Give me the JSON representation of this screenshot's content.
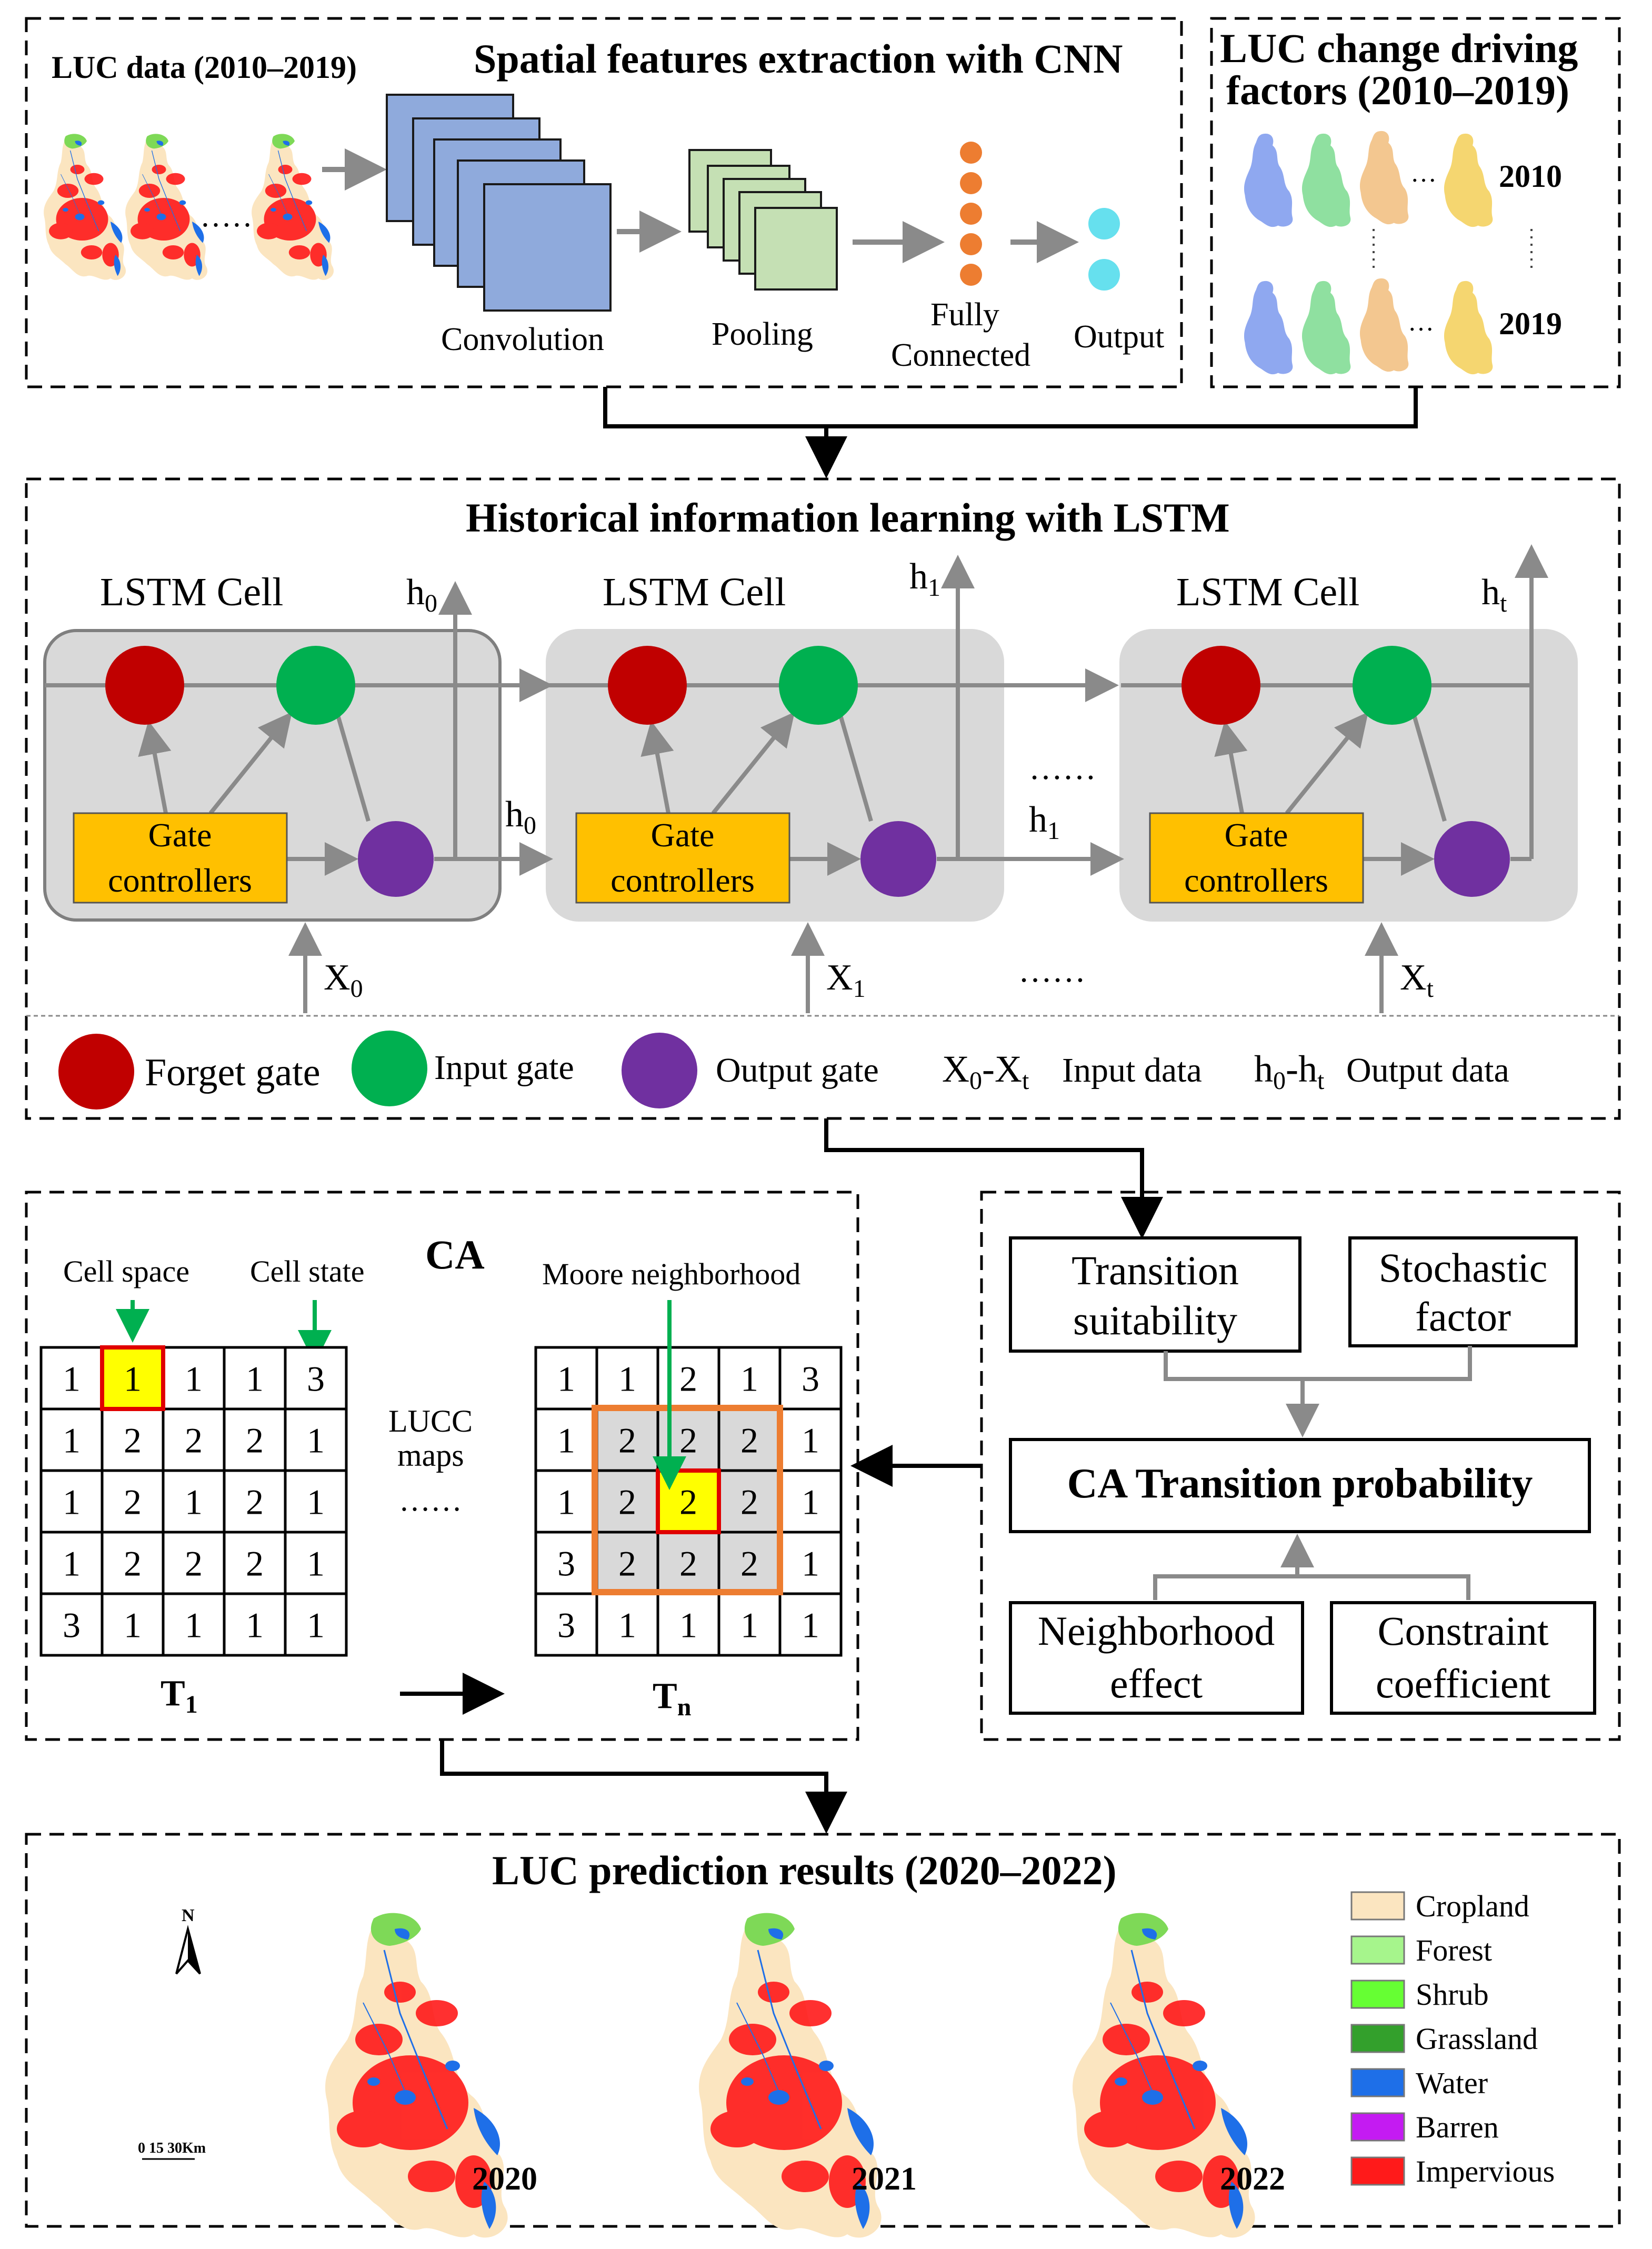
{
  "colors": {
    "forget_gate": "#c00000",
    "input_gate": "#00b050",
    "output_gate": "#7030a0",
    "gate_controller": "#ffc000",
    "conv_layer": "#8faadc",
    "pool_layer": "#c5e0b4",
    "fc_node": "#ed7d31",
    "output_node": "#66e0ee",
    "highlight_cell": "#ffff00",
    "moore_border": "#ed7d31",
    "green_arrow": "#00b050"
  },
  "cnn": {
    "title": "Spatial features extraction with CNN",
    "luc_data_label": "LUC data (2010–2019)",
    "dots": "…….",
    "convolution_label": "Convolution",
    "pooling_label": "Pooling",
    "fully_connected_label_1": "Fully",
    "fully_connected_label_2": "Connected",
    "output_label": "Output"
  },
  "drivers": {
    "title_line1": "LUC change driving",
    "title_line2": "factors (2010–2019)",
    "year_top": "2010",
    "year_bottom": "2019",
    "dots": "…"
  },
  "lstm": {
    "title": "Historical information learning  with LSTM",
    "cell_label": "LSTM Cell",
    "gate_label_1": "Gate",
    "gate_label_2": "controllers",
    "dots": "……",
    "outputs": [
      {
        "base": "h",
        "sub": "0"
      },
      {
        "base": "h",
        "sub": "1"
      },
      {
        "base": "h",
        "sub": "t"
      }
    ],
    "inputs": [
      {
        "base": "X",
        "sub": "0"
      },
      {
        "base": "X",
        "sub": "1"
      },
      {
        "base": "X",
        "sub": "t"
      }
    ],
    "legend": {
      "forget": "Forget gate",
      "input": "Input gate",
      "output": "Output gate",
      "x_range_a": "X",
      "x_range_a_sub": "0",
      "x_range_b": "-X",
      "x_range_b_sub": "t",
      "x_desc": "Input data",
      "h_range_a": "h",
      "h_range_a_sub": "0",
      "h_range_b": "-h",
      "h_range_b_sub": "t",
      "h_desc": "Output data"
    }
  },
  "ca": {
    "title": "CA",
    "cell_space": "Cell space",
    "cell_state": "Cell state",
    "moore": "Moore neighborhood",
    "lucc_1": "LUCC",
    "lucc_2": "maps",
    "dots": "……",
    "t1_label": "T",
    "t1_sub": "1",
    "tn_label": "T",
    "tn_sub": "n",
    "grid_t1": [
      [
        "1",
        "1",
        "1",
        "1",
        "3"
      ],
      [
        "1",
        "2",
        "2",
        "2",
        "1"
      ],
      [
        "1",
        "2",
        "1",
        "2",
        "1"
      ],
      [
        "1",
        "2",
        "2",
        "2",
        "1"
      ],
      [
        "3",
        "1",
        "1",
        "1",
        "1"
      ]
    ],
    "grid_tn": [
      [
        "1",
        "1",
        "2",
        "1",
        "3"
      ],
      [
        "1",
        "2",
        "2",
        "2",
        "1"
      ],
      [
        "1",
        "2",
        "2",
        "2",
        "1"
      ],
      [
        "3",
        "2",
        "2",
        "2",
        "1"
      ],
      [
        "3",
        "1",
        "1",
        "1",
        "1"
      ]
    ]
  },
  "transition": {
    "suitability_1": "Transition",
    "suitability_2": "suitability",
    "stochastic_1": "Stochastic",
    "stochastic_2": "factor",
    "probability": "CA Transition probability",
    "neighborhood_1": "Neighborhood",
    "neighborhood_2": "effect",
    "constraint_1": "Constraint",
    "constraint_2": "coefficient"
  },
  "results": {
    "title": "LUC  prediction results (2020–2022)",
    "north": "N",
    "scale": "0   15  30Km",
    "years": [
      "2020",
      "2021",
      "2022"
    ],
    "legend": [
      {
        "label": "Cropland",
        "color": "#fbe5c0"
      },
      {
        "label": "Forest",
        "color": "#a6f58c"
      },
      {
        "label": "Shrub",
        "color": "#66ff33"
      },
      {
        "label": "Grassland",
        "color": "#33a02c"
      },
      {
        "label": "Water",
        "color": "#1e6fe8"
      },
      {
        "label": "Barren",
        "color": "#c41bf2"
      },
      {
        "label": "Impervious",
        "color": "#ff1a1a"
      }
    ]
  }
}
